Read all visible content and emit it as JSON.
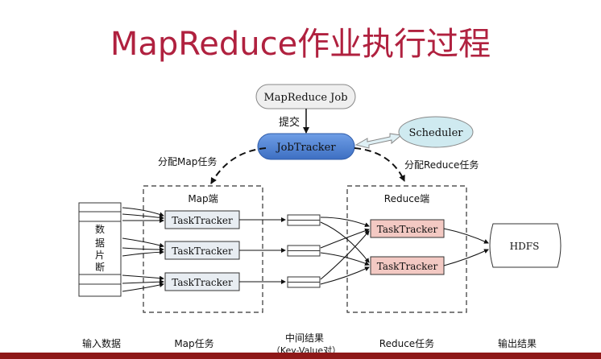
{
  "title": "MapReduce作业执行过程",
  "diagram": {
    "job": "MapReduce Job",
    "submit": "提交",
    "jobtracker": "JobTracker",
    "scheduler": "Scheduler",
    "assign_map": "分配Map任务",
    "assign_reduce": "分配Reduce任务",
    "map_side": "Map端",
    "reduce_side": "Reduce端",
    "input_chars": [
      "数",
      "据",
      "片",
      "断"
    ],
    "map_tasktrackers": [
      "TaskTracker",
      "TaskTracker",
      "TaskTracker"
    ],
    "reduce_tasktrackers": [
      "TaskTracker",
      "TaskTracker"
    ],
    "hdfs": "HDFS"
  },
  "bottom_labels": {
    "input": "输入数据",
    "map": "Map任务",
    "intermediate": "中间结果",
    "intermediate_sub": "（Key-Value对）",
    "reduce": "Reduce任务",
    "output": "输出结果"
  },
  "colors": {
    "title": "#b0213f",
    "jobtracker": "#4a7fd0",
    "scheduler": "#cfeaf0",
    "map_box": "#e8edf2",
    "reduce_box": "#f3c9c3"
  }
}
